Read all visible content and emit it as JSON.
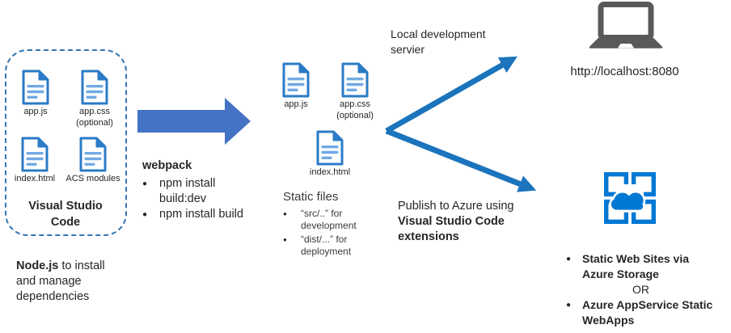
{
  "colors": {
    "doc_blue": "#2b7bc7",
    "doc_line_blue": "#71aae4",
    "thin_arrow_blue": "#1b74bc",
    "block_arrow_blue": "#4472c4",
    "azure_blue": "#0078d4",
    "laptop_gray": "#595959",
    "dashed_border_blue": "#2e75b6"
  },
  "vscode": {
    "title": "Visual Studio Code",
    "files": [
      {
        "label": "app.js",
        "sublabel": ""
      },
      {
        "label": "app.css",
        "sublabel": "(optional)"
      },
      {
        "label": "index.html",
        "sublabel": ""
      },
      {
        "label": "ACS modules",
        "sublabel": ""
      }
    ]
  },
  "notes": {
    "nodejs_bold": "Node.js",
    "nodejs_rest": " to install and manage dependencies"
  },
  "webpack": {
    "title": "webpack",
    "bullets": [
      "npm install build:dev",
      "npm install build"
    ]
  },
  "static_files": {
    "title": "Static files",
    "bullets": [
      "“src/..” for development",
      "“dist/...” for deployment"
    ],
    "files": [
      {
        "label": "app.js",
        "sublabel": ""
      },
      {
        "label": "app.css",
        "sublabel": "(optional)"
      },
      {
        "label": "index.html",
        "sublabel": ""
      }
    ]
  },
  "labels": {
    "local_dev_server": "Local development servier",
    "localhost_url": "http://localhost:8080"
  },
  "publish": {
    "regular": "Publish to Azure using",
    "bold": "Visual Studio Code extensions"
  },
  "azure_options": {
    "items": [
      "Static Web Sites via Azure Storage",
      "Azure AppService Static WebApps"
    ],
    "or_label": "OR"
  }
}
